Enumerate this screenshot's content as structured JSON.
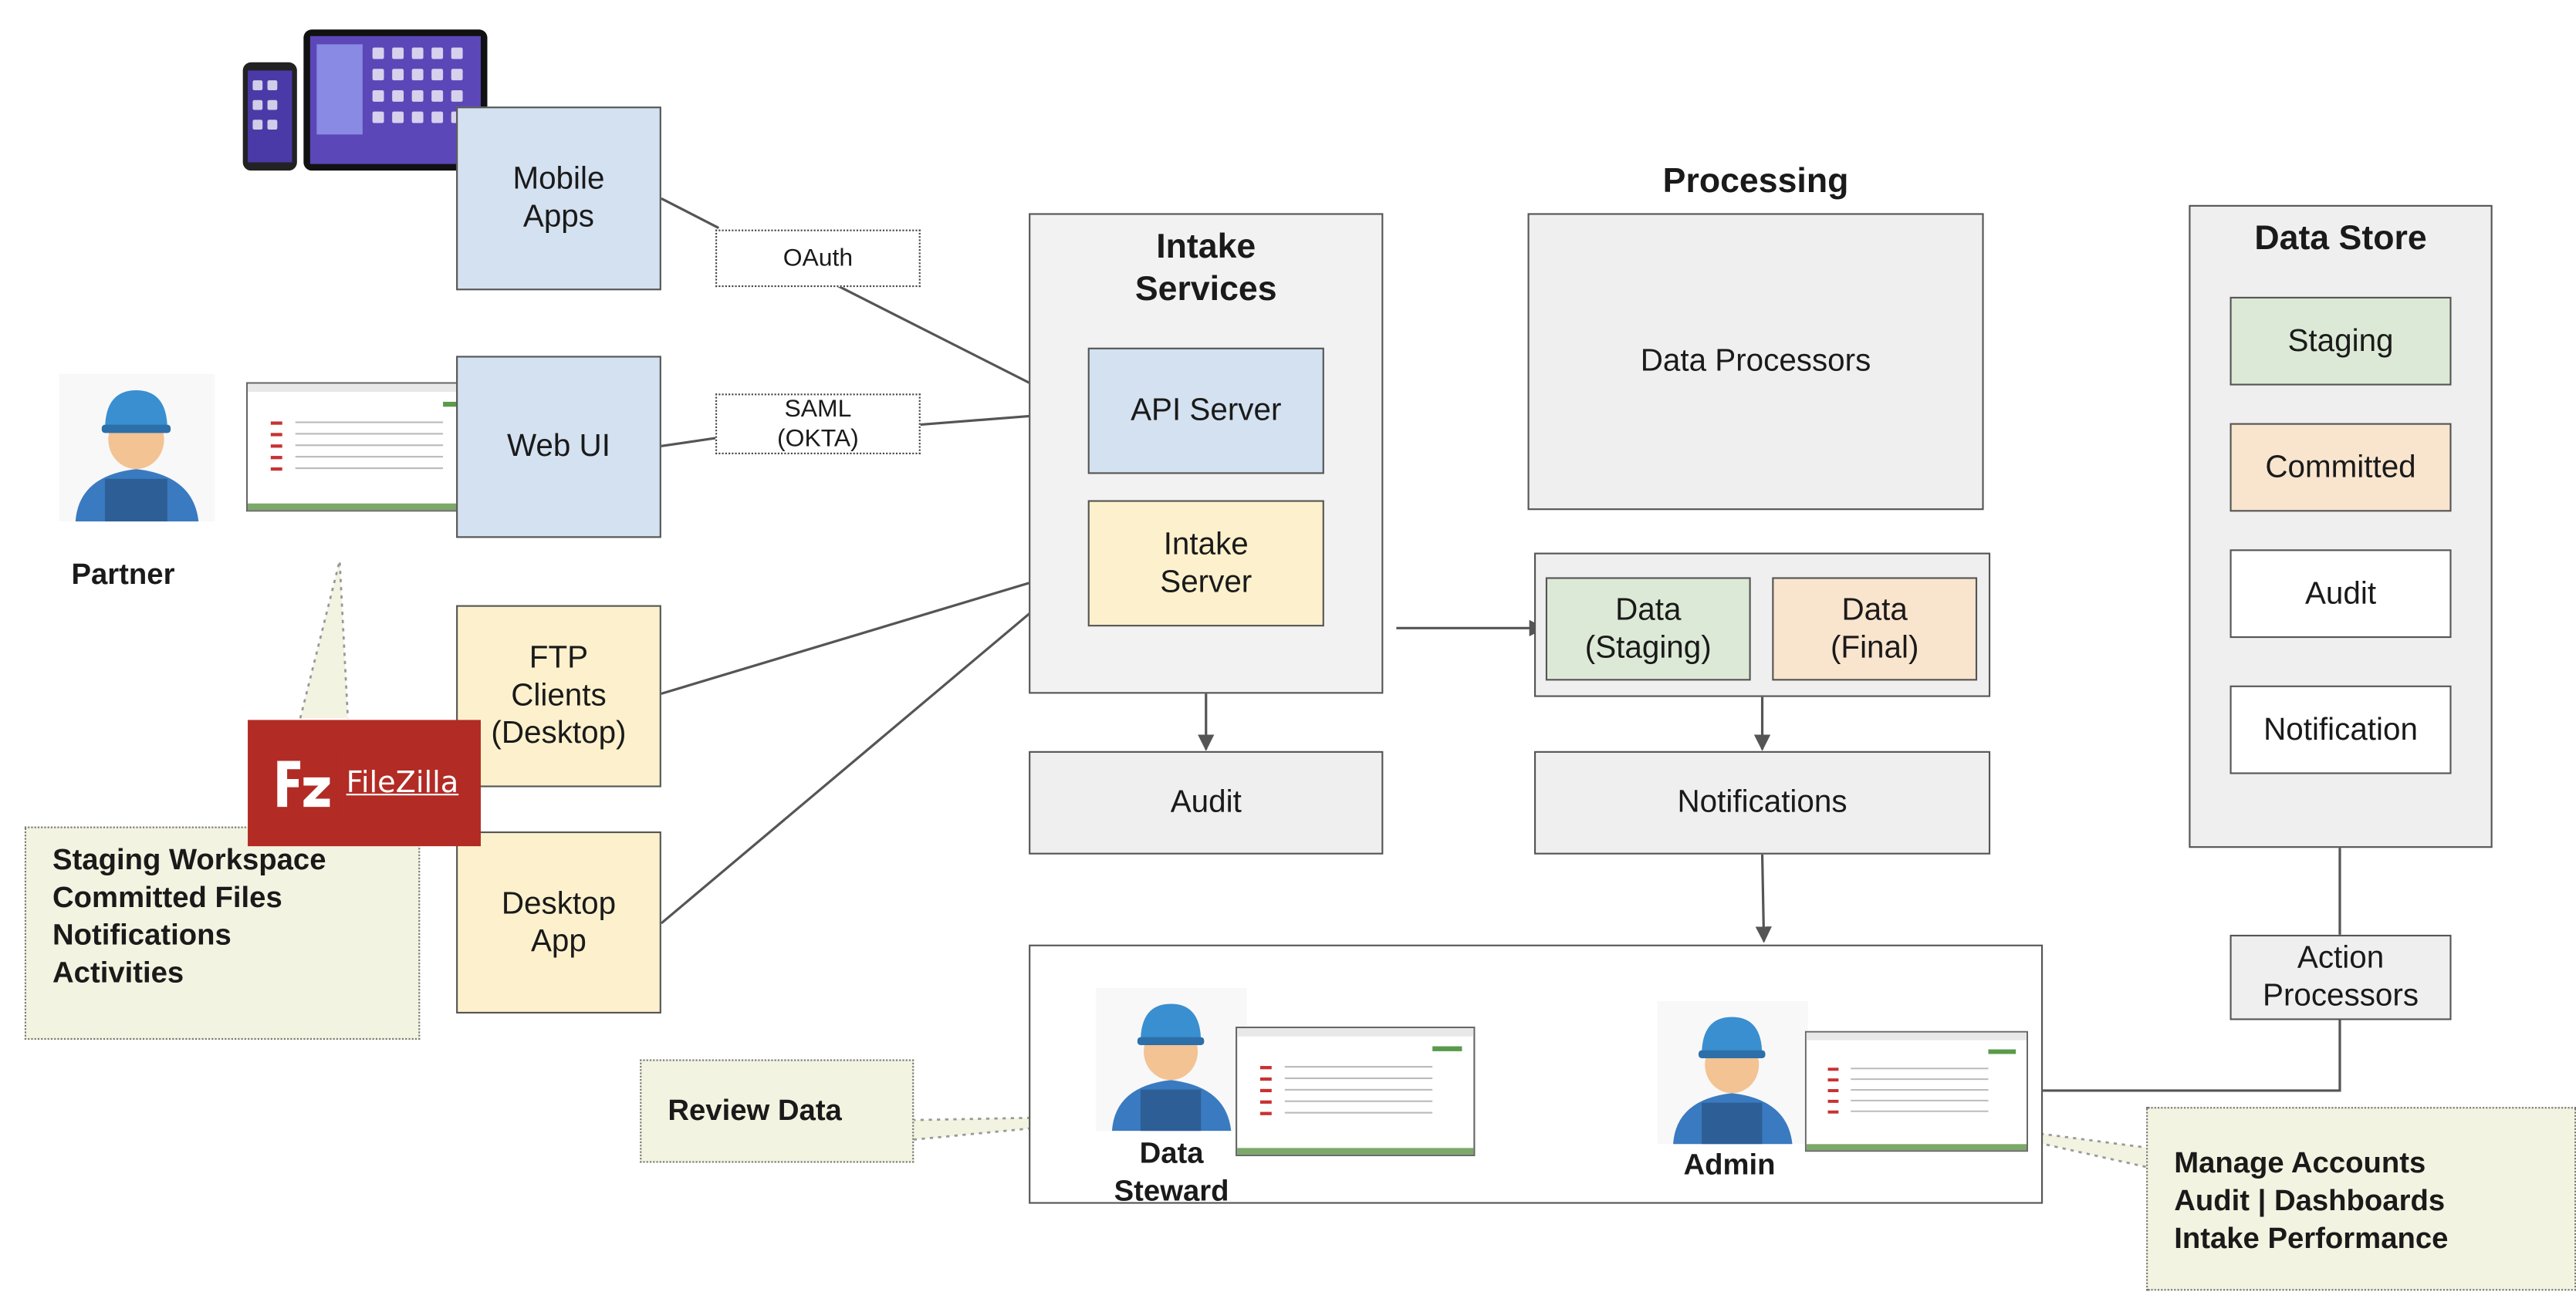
{
  "partner": {
    "label": "Partner",
    "note_lines": "Staging Workspace\nCommitted Files\nNotifications\nActivities"
  },
  "clients": {
    "mobile_apps": "Mobile\nApps",
    "web_ui": "Web UI",
    "ftp_clients": "FTP\nClients\n(Desktop)",
    "desktop_app": "Desktop\nApp",
    "filezilla": "FileZilla"
  },
  "auth": {
    "oauth": "OAuth",
    "saml": "SAML\n(OKTA)"
  },
  "intake": {
    "title": "Intake\nServices",
    "api_server": "API Server",
    "intake_server": "Intake\nServer",
    "audit": "Audit"
  },
  "processing": {
    "title": "Processing",
    "data_processors": "Data Processors",
    "data_staging": "Data\n(Staging)",
    "data_final": "Data\n(Final)",
    "notifications": "Notifications"
  },
  "data_store": {
    "title": "Data Store",
    "staging": "Staging",
    "committed": "Committed",
    "audit": "Audit",
    "notification": "Notification",
    "action_processors": "Action\nProcessors"
  },
  "users": {
    "data_steward": "Data\nSteward",
    "admin": "Admin",
    "review_note": "Review Data",
    "admin_note": "Manage Accounts\nAudit | Dashboards\nIntake Performance"
  },
  "colors": {
    "blue": "#d4e1f1",
    "yellow": "#fdf1cd",
    "green": "#dce9d6",
    "peach": "#f9e4cd",
    "gray": "#efefef",
    "note": "#f3f3e1",
    "filezilla_red": "#b22b25"
  }
}
